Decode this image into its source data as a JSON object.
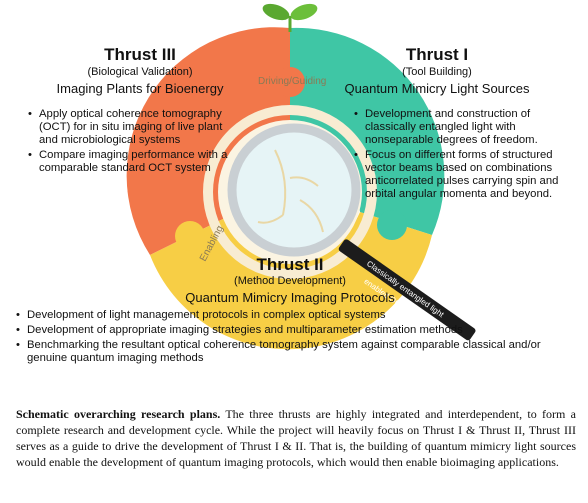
{
  "thrust3": {
    "title": "Thrust III",
    "subtitle": "(Biological Validation)",
    "heading": "Imaging Plants for Bioenergy",
    "bullets": [
      "Apply optical coherence tomography (OCT) for in situ imaging of live plant and microbiological systems",
      "Compare imaging performance with a comparable standard OCT system"
    ]
  },
  "thrust1": {
    "title": "Thrust I",
    "subtitle": "(Tool Building)",
    "heading": "Quantum Mimicry Light Sources",
    "bullets": [
      "Development and construction of classically entangled light with nonseparable degrees of freedom.",
      "Focus on different forms of structured vector beams based on combinations anticorrelated pulses carrying spin and orbital angular momenta and beyond."
    ]
  },
  "thrust2": {
    "title": "Thrust II",
    "subtitle": "(Method Development)",
    "heading": "Quantum Mimicry Imaging Protocols",
    "bullets": [
      "Development of light management protocols in complex optical systems",
      "Development of appropriate imaging strategies and multiparameter estimation methods",
      "Benchmarking the resultant optical coherence tomography system  against comparable classical and/or genuine quantum imaging methods"
    ]
  },
  "cycle": {
    "driving_label": "Driving/Guiding",
    "enabling_label": "Enabling",
    "magnifier_label_line1": "Classically entangled light",
    "magnifier_label_line2": "enabled OCT imaging"
  },
  "caption": {
    "bold": "Schematic overarching research plans.",
    "text": " The three thrusts are highly integrated and interdependent, to form a complete research and development cycle. While the project will heavily focus on Thrust I & Thrust II, Thrust III serves as a guide to drive the development of Thrust I & II. That is, the building of quantum mimicry light sources would enable the development of quantum imaging protocols, which would then enable bioimaging applications."
  },
  "colors": {
    "orange": "#f2774a",
    "teal": "#3fc6a5",
    "yellow": "#f7ce45",
    "inner_ring": "#f8ecd2",
    "sprout": "#5aa830"
  }
}
